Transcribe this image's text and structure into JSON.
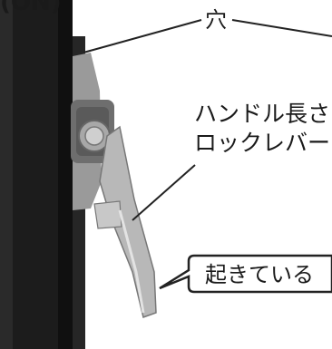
{
  "title_fragment": "(ON)",
  "labels": {
    "hole": "穴",
    "lever_line1": "ハンドル長さ",
    "lever_line2": "ロックレバー",
    "callout": "起きている"
  },
  "colors": {
    "frame_dark": "#1c1c1c",
    "metal_light": "#bdbdbd",
    "metal_mid": "#8a8a8a",
    "line": "#222222"
  }
}
